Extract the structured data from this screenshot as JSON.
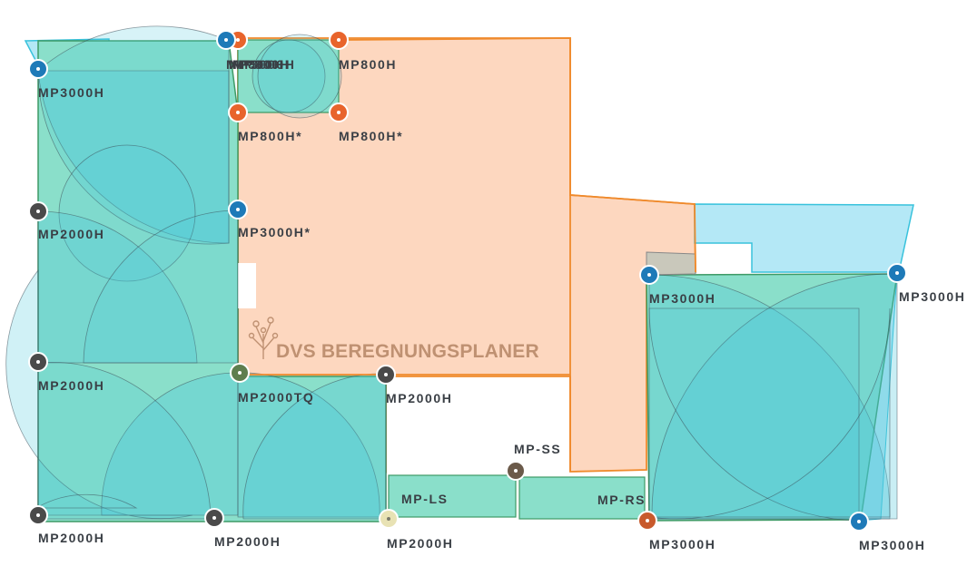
{
  "watermark": {
    "text": "DVS BEREGNUNGSPLANER"
  },
  "sprinklers": [
    {
      "label": "MP3000H",
      "color": "#1e7ab8"
    },
    {
      "label": "MP800H",
      "color": "#e8642c"
    },
    {
      "label": "MP800H",
      "color": "#e8642c"
    },
    {
      "label": "MP800H",
      "color": "#e8642c"
    },
    {
      "label": "MP800H*",
      "color": "#e8642c"
    },
    {
      "label": "MP800H*",
      "color": "#e8642c"
    },
    {
      "label": "MP3000H",
      "color": "#1e7ab8"
    },
    {
      "label": "MP3000H*",
      "color": "#1e7ab8"
    },
    {
      "label": "MP2000H",
      "color": "#4a4a4a"
    },
    {
      "label": "MP2000H",
      "color": "#4a4a4a"
    },
    {
      "label": "MP2000TQ",
      "color": "#5e7e4e"
    },
    {
      "label": "MP2000H",
      "color": "#4a4a4a"
    },
    {
      "label": "MP2000H",
      "color": "#4a4a4a"
    },
    {
      "label": "MP2000H",
      "color": "#4a4a4a"
    },
    {
      "label": "MP2000H",
      "color": "#e8e2b4"
    },
    {
      "label": "MP-SS",
      "color": "#6b5a4a"
    },
    {
      "label": "MP3000H",
      "color": "#1e7ab8"
    },
    {
      "label": "MP3000H",
      "color": "#1e7ab8"
    },
    {
      "label": "MP3000H",
      "color": "#c85a2c"
    },
    {
      "label": "MP3000H",
      "color": "#1e7ab8"
    }
  ],
  "strip_labels": [
    "MP-LS",
    "MP-RS"
  ],
  "colors": {
    "house": "#fdd7bf",
    "house_stroke": "#ef8a2c",
    "lawn": "#8adfca",
    "lawn_stroke": "#3e9a66",
    "coverage": "#4bc8dc",
    "sky": "#b4e8f6"
  }
}
